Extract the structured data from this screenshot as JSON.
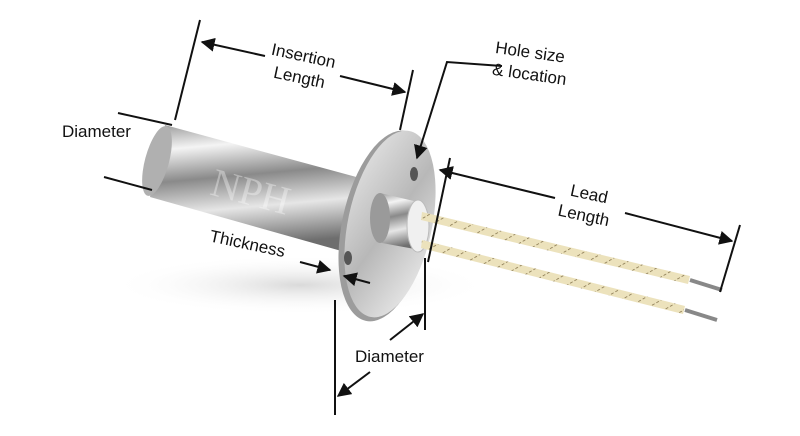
{
  "labels": {
    "insertion_1": "Insertion",
    "insertion_2": "Length",
    "hole_1": "Hole size",
    "hole_2": "& location",
    "diameter_left": "Diameter",
    "lead_1": "Lead",
    "lead_2": "Length",
    "thickness": "Thickness",
    "diameter_bottom": "Diameter"
  },
  "watermark": "NPH",
  "colors": {
    "metal": "#c8c8c8",
    "wire": "#e8dcb0",
    "wire_stripe": "#6b5a3a",
    "line": "#111111"
  }
}
